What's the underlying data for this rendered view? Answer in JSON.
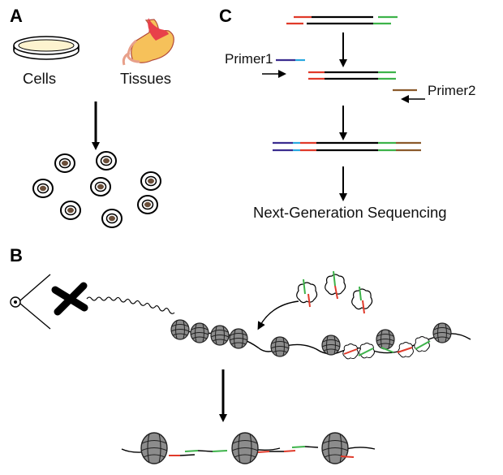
{
  "panels": {
    "a": {
      "label": "A",
      "source_cells_label": "Cells",
      "source_tissues_label": "Tissues"
    },
    "b": {
      "label": "B"
    },
    "c": {
      "label": "C",
      "primer1_label": "Primer1",
      "primer2_label": "Primer2",
      "output_label": "Next-Generation Sequencing"
    }
  },
  "colors": {
    "dna": "#000000",
    "adapter_left": "#e03a2a",
    "adapter_right": "#3db34a",
    "primer1": "#3b2d8f",
    "index_blue": "#29a9e0",
    "primer2": "#8b5a2b",
    "nucleosome": "#9a9a9a",
    "cell_nucleus": "#6b4f3a"
  },
  "icons": [
    "petri-dish-icon",
    "stomach-icon",
    "scissors-icon",
    "transposase-icon",
    "nucleosome-icon",
    "cell-icon"
  ]
}
